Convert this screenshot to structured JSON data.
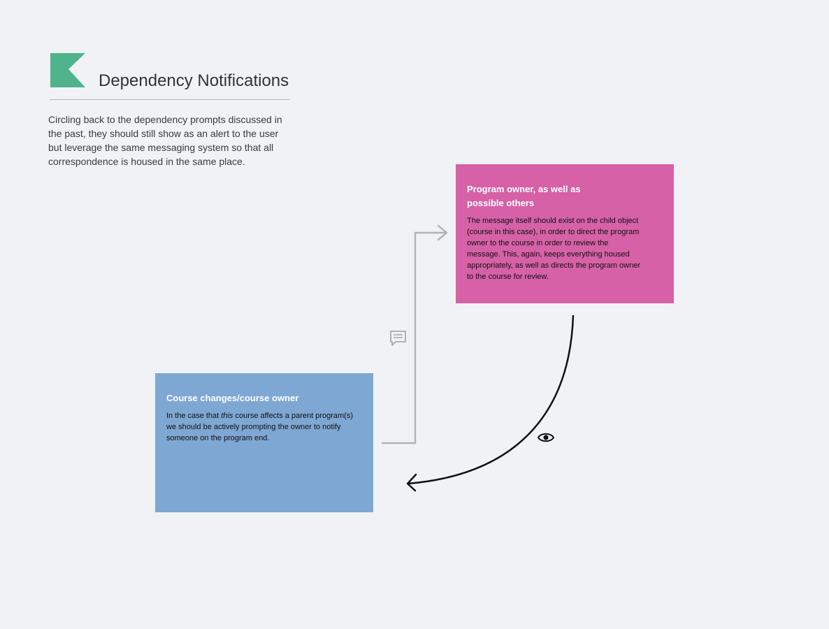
{
  "header": {
    "title": "Dependency Notifications",
    "logo_icon": "kickstart-flag-icon",
    "logo_color": "#4fb48c"
  },
  "intro": {
    "text": "Circling back to the dependency prompts discussed in the past, they should still show as an alert to the user but leverage the same messaging system so that all correspondence is housed in the same place."
  },
  "cards": {
    "program_owner": {
      "title": "Program owner, as well as possible others",
      "body": "The message itself should exist on the child object (course in this case), in order to direct the program owner to the course in order to review the message.  This, again, keeps everything housed appropriately, as well as directs the program owner to the course for review.",
      "color": "#d661a7"
    },
    "course_owner": {
      "title": "Course changes/course owner",
      "body_before": "In the case that ",
      "body_emphasis": "this",
      "body_after": " course affects a parent program(s) we should be actively prompting the owner to notify someone on the program end.",
      "color": "#7ea7d3"
    }
  },
  "connectors": {
    "message_arrow": {
      "icon": "message-icon",
      "color": "#b4b4b4"
    },
    "view_arrow": {
      "icon": "eye-icon",
      "color": "#111111"
    }
  }
}
